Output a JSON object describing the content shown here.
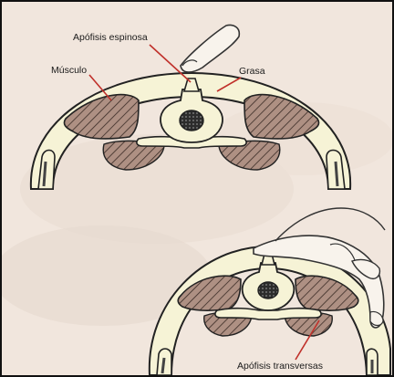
{
  "labels": {
    "spinous_process": "Apófisis espinosa",
    "muscle": "Músculo",
    "fat": "Grasa",
    "transverse_processes": "Apófisis transversas"
  },
  "colors": {
    "background": "#f1e6dd",
    "muscle_fill": "#a98b7e",
    "bone_fill": "#f3f1c8",
    "outline": "#222222",
    "pointer_line": "#c0302a"
  }
}
